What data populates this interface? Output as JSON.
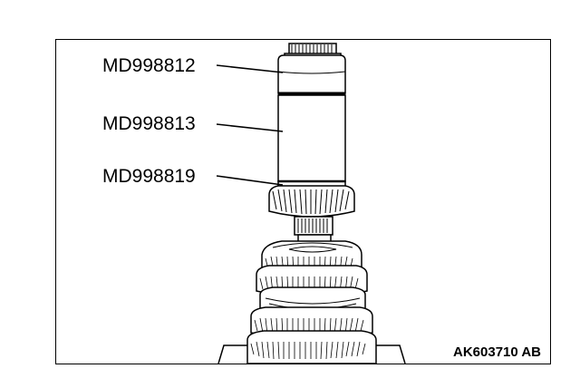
{
  "figure": {
    "callouts": [
      {
        "label": "MD998812"
      },
      {
        "label": "MD998813"
      },
      {
        "label": "MD998819"
      }
    ],
    "figure_code": "AK603710 AB"
  },
  "colors": {
    "line": "#000000",
    "background": "#ffffff"
  }
}
